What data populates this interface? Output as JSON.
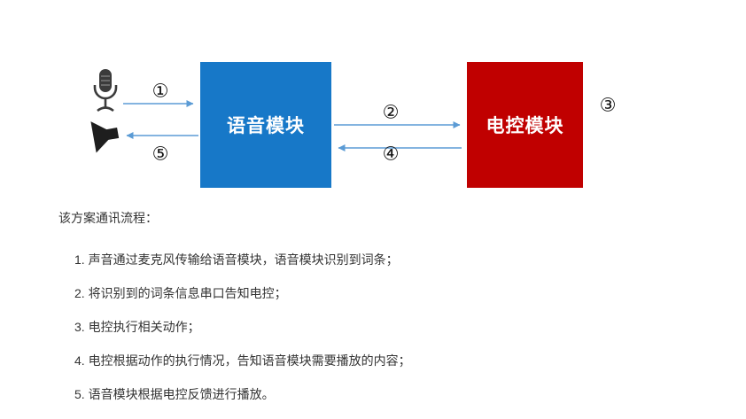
{
  "diagram": {
    "voice_module_label": "语音模块",
    "control_module_label": "电控模块",
    "colors": {
      "voice_module": "#1778C8",
      "control_module": "#C00000",
      "arrow": "#5B9BD5"
    },
    "icons": [
      "microphone-icon",
      "speaker-icon"
    ],
    "step_badges": {
      "step1": "①",
      "step2": "②",
      "step3": "③",
      "step4": "④",
      "step5": "⑤"
    }
  },
  "description": {
    "title": "该方案通讯流程：",
    "items": [
      "1. 声音通过麦克风传输给语音模块，语音模块识别到词条；",
      "2. 将识别到的词条信息串口告知电控；",
      "3. 电控执行相关动作；",
      "4. 电控根据动作的执行情况，告知语音模块需要播放的内容；",
      "5. 语音模块根据电控反馈进行播放。"
    ]
  }
}
